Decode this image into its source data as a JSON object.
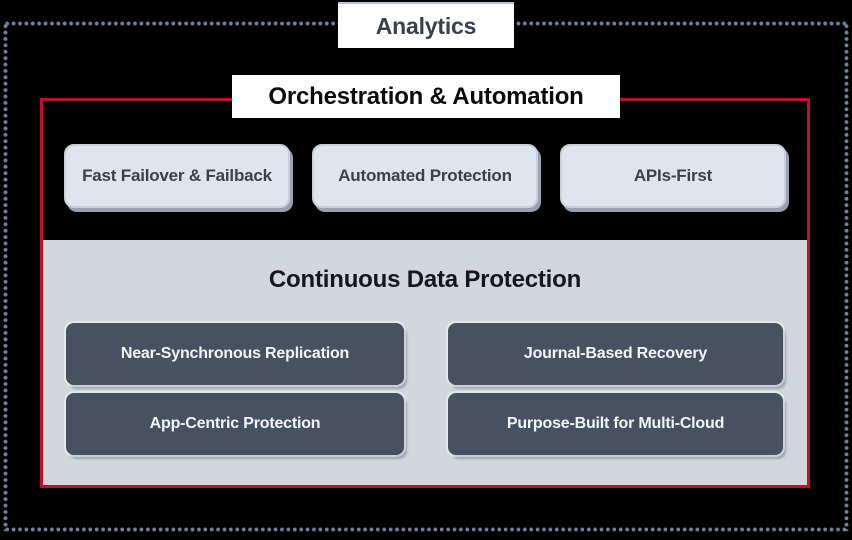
{
  "diagram": {
    "title": "Analytics",
    "orchestration_label": "Orchestration & Automation",
    "capabilities": [
      {
        "label": "Fast Failover & Failback"
      },
      {
        "label": "Automated Protection"
      },
      {
        "label": "APIs-First"
      }
    ],
    "cdp": {
      "title": "Continuous Data Protection",
      "features": [
        {
          "label": "Near-Synchronous Replication"
        },
        {
          "label": "Journal-Based Recovery"
        },
        {
          "label": "App-Centric Protection"
        },
        {
          "label": "Purpose-Built for Multi-Cloud"
        }
      ]
    },
    "colors": {
      "accent_red": "#c00f2d",
      "dot_border": "#72809e",
      "panel_gray": "#d2d7dc",
      "light_box": "#dee5ec",
      "dark_box": "#485162",
      "dark_text": "#39414f",
      "box_text_light": "#f2f5f8",
      "background": "#000000",
      "white_box": "#ffffff"
    }
  }
}
